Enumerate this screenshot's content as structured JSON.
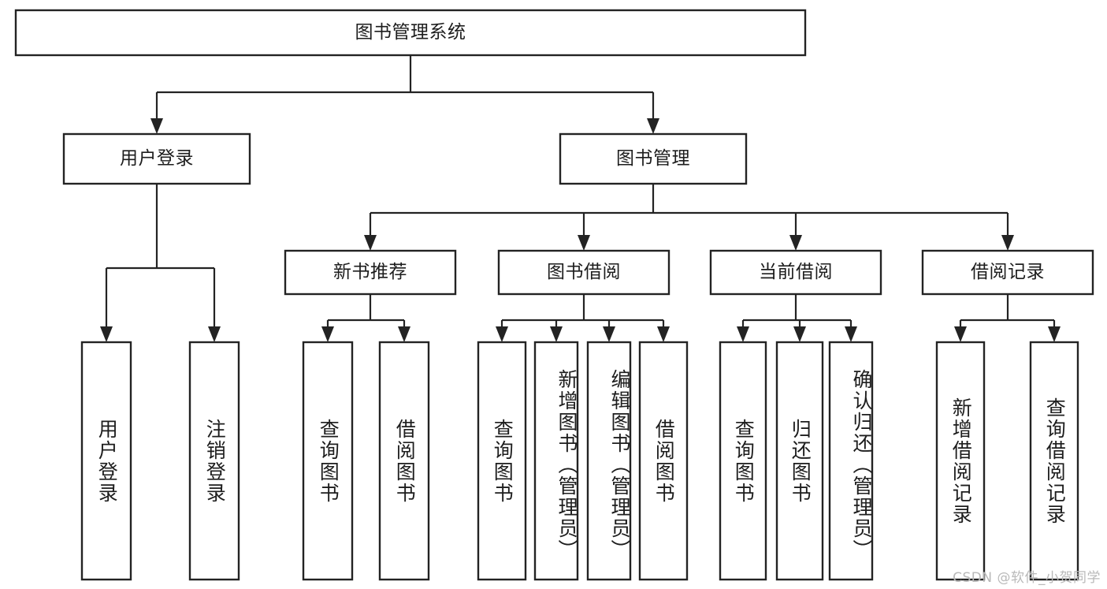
{
  "diagram": {
    "title": "图书管理系统",
    "type": "tree",
    "colors": {
      "stroke": "#232323",
      "fill": "#ffffff",
      "text": "#1d1d1d",
      "watermark": "#b9b9b9",
      "background": "#ffffff"
    },
    "root": {
      "label": "图书管理系统"
    },
    "level2": [
      {
        "label": "用户登录"
      },
      {
        "label": "图书管理"
      }
    ],
    "level3": [
      {
        "label": "新书推荐"
      },
      {
        "label": "图书借阅"
      },
      {
        "label": "当前借阅"
      },
      {
        "label": "借阅记录"
      }
    ],
    "leaves": {
      "user_login": [
        {
          "label": "用户登录"
        },
        {
          "label": "注销登录"
        }
      ],
      "new_book": [
        {
          "label": "查询图书"
        },
        {
          "label": "借阅图书"
        }
      ],
      "book_borrow": [
        {
          "label": "查询图书"
        },
        {
          "label": "新增图书（管理员）"
        },
        {
          "label": "编辑图书（管理员）"
        },
        {
          "label": "借阅图书"
        }
      ],
      "current_borrow": [
        {
          "label": "查询图书"
        },
        {
          "label": "归还图书"
        },
        {
          "label": "确认归还（管理员）"
        }
      ],
      "borrow_record": [
        {
          "label": "新增借阅记录"
        },
        {
          "label": "查询借阅记录"
        }
      ]
    }
  },
  "watermark": {
    "text": "CSDN @软件_小贺同学"
  }
}
